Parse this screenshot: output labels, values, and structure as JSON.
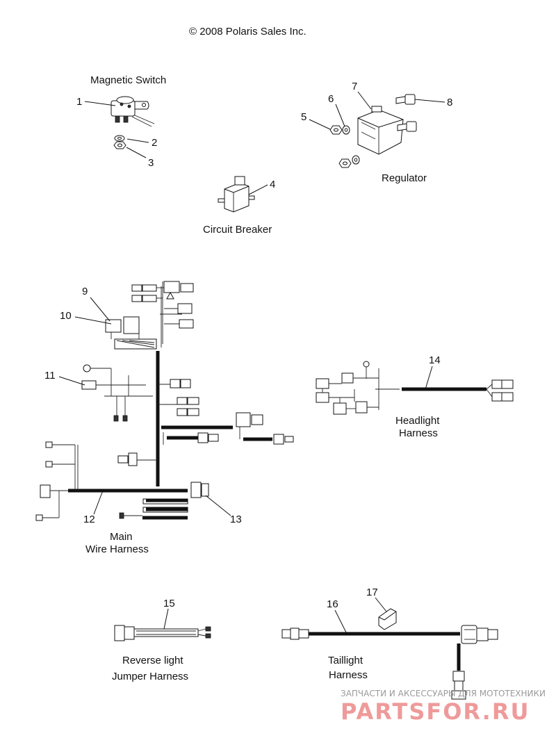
{
  "copyright": "© 2008 Polaris Sales Inc.",
  "labels": {
    "magnetic_switch": "Magnetic Switch",
    "regulator": "Regulator",
    "circuit_breaker": "Circuit Breaker",
    "headlight_harness_l1": "Headlight",
    "headlight_harness_l2": "Harness",
    "main_wire_harness_l1": "Main",
    "main_wire_harness_l2": "Wire Harness",
    "reverse_light_l1": "Reverse light",
    "reverse_light_l2": "Jumper Harness",
    "taillight_l1": "Taillight",
    "taillight_l2": "Harness"
  },
  "callouts": {
    "c1": "1",
    "c2": "2",
    "c3": "3",
    "c4": "4",
    "c5": "5",
    "c6": "6",
    "c7": "7",
    "c8": "8",
    "c9": "9",
    "c10": "10",
    "c11": "11",
    "c12": "12",
    "c13": "13",
    "c14": "14",
    "c15": "15",
    "c16": "16",
    "c17": "17"
  },
  "watermark": {
    "line1": "ЗАПЧАСТИ И АКСЕССУАРЫ ДЛЯ МОТОТЕХНИКИ",
    "line2": "PARTSFOR.RU"
  }
}
